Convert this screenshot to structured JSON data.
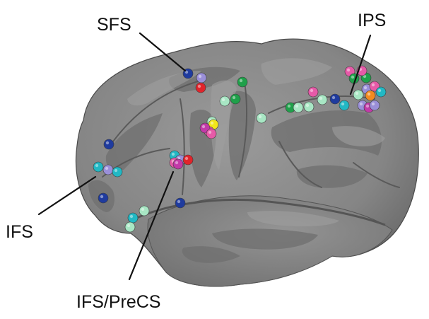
{
  "labels": {
    "sfs": "SFS",
    "ips": "IPS",
    "ifs": "IFS",
    "ifs_precs": "IFS/PreCS"
  },
  "colors": {
    "cortex_base": "#8b8b8b",
    "cortex_dark": "#6e6e6e",
    "cortex_light": "#a2a2a2",
    "outline": "#4a4a4a",
    "dot_navy": "#1f3b9e",
    "dot_red": "#e0242b",
    "dot_green": "#1fa04a",
    "dot_mint": "#a8e6c4",
    "dot_cyan": "#22b8c4",
    "dot_pink": "#e65aa8",
    "dot_lavender": "#9a8fd8",
    "dot_yellow": "#f2e61a",
    "dot_orange": "#f28a20",
    "dot_magenta": "#c23aa8"
  }
}
